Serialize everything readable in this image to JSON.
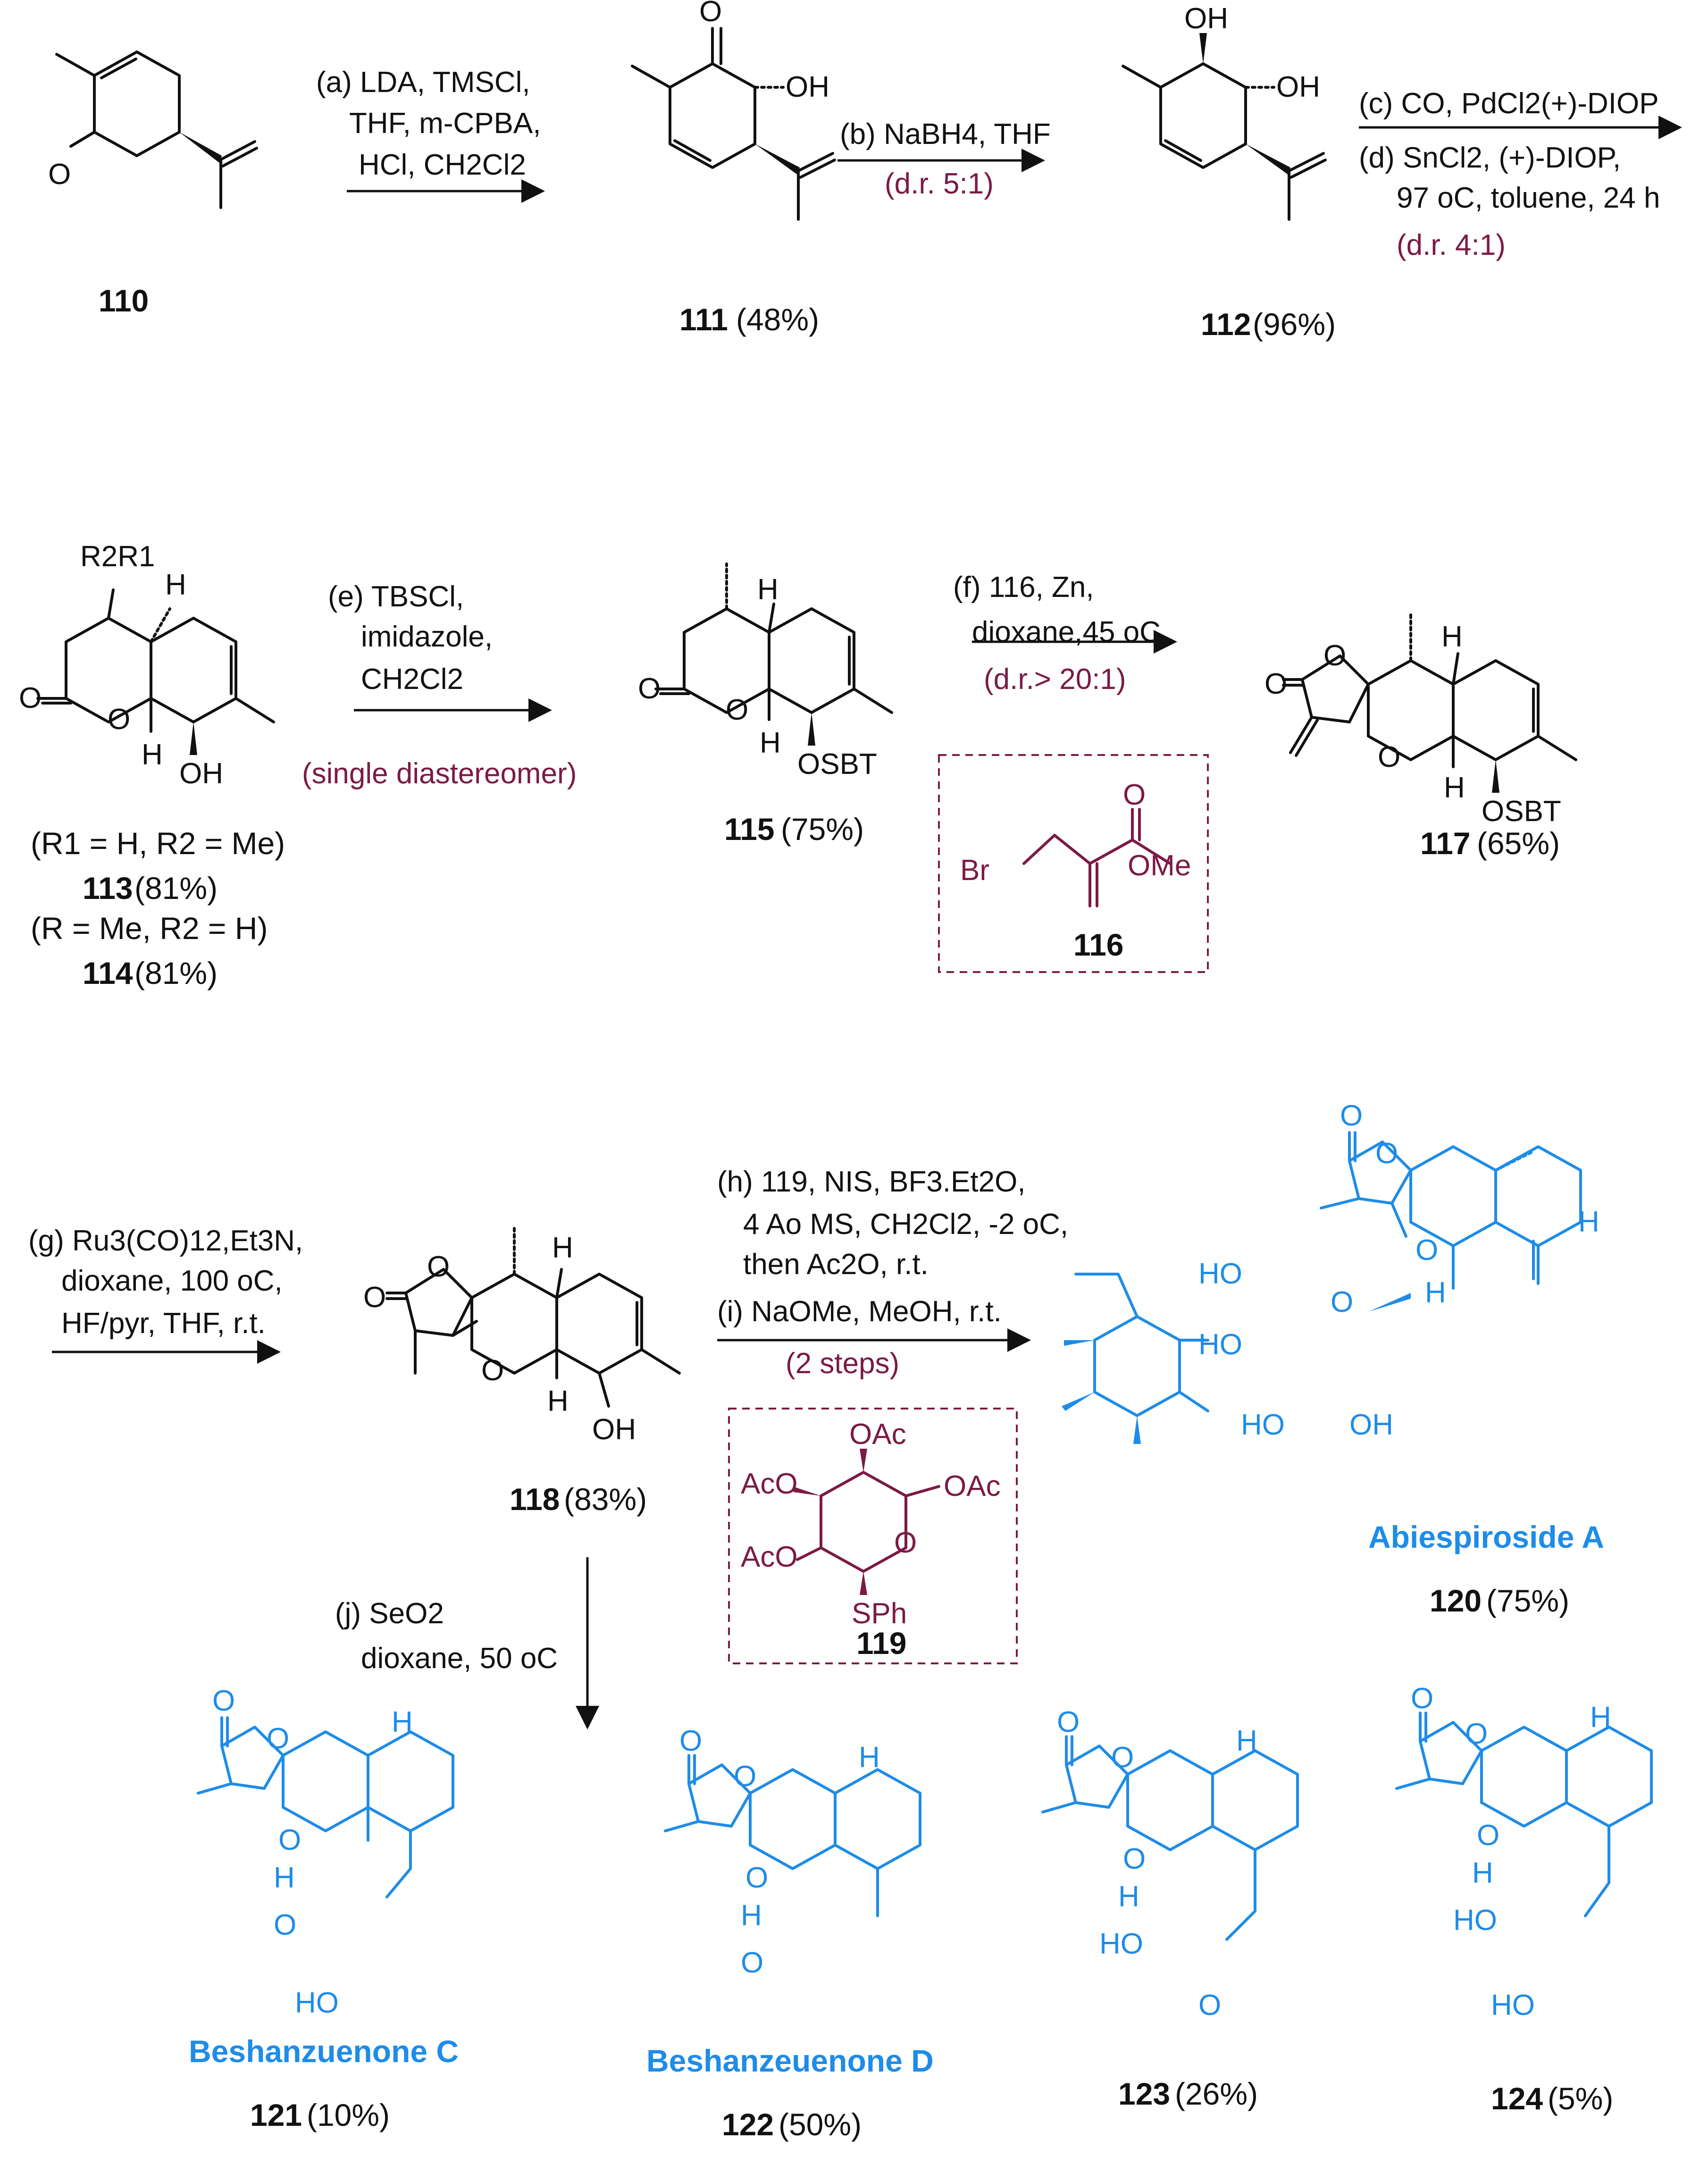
{
  "steps": {
    "a": {
      "lines": [
        "(a) LDA, TMSCl,",
        "THF, m-CPBA,",
        "HCl, CH2Cl2"
      ]
    },
    "b": {
      "lines": [
        "(b) NaBH4, THF"
      ],
      "dr": "(d.r. 5:1)"
    },
    "cd": {
      "lines": [
        "(c) CO, PdCl2(+)-DIOP",
        "(d) SnCl2, (+)-DIOP,",
        "97 oC, toluene, 24 h"
      ],
      "dr": "(d.r. 4:1)"
    },
    "e": {
      "lines": [
        "(e) TBSCl,",
        "imidazole,",
        "CH2Cl2"
      ],
      "dr": "(single diastereomer)"
    },
    "f": {
      "lines": [
        "(f) 116, Zn,",
        "dioxane,45 oC"
      ],
      "dr": "(d.r.> 20:1)"
    },
    "g": {
      "lines": [
        "(g) Ru3(CO)12,Et3N,",
        "dioxane, 100 oC,",
        "HF/pyr, THF, r.t."
      ]
    },
    "hi": {
      "lines": [
        "(h) 119, NIS, BF3.Et2O,",
        "4 Ao MS, CH2Cl2, -2 oC,",
        "then Ac2O, r.t.",
        "(i) NaOMe, MeOH, r.t."
      ],
      "dr": "(2 steps)"
    },
    "j": {
      "lines": [
        "(j) SeO2",
        "dioxane, 50 oC"
      ]
    }
  },
  "compounds": {
    "c110": {
      "num": "110",
      "yield": ""
    },
    "c111": {
      "num": "111",
      "yield": "(48%)"
    },
    "c112": {
      "num": "112",
      "yield": "(96%)"
    },
    "c113": {
      "num": "113",
      "yield": "(81%)",
      "note": "(R1 = H, R2 = Me)"
    },
    "c114": {
      "num": "114",
      "yield": "(81%)",
      "note": "(R = Me, R2 = H)"
    },
    "c115": {
      "num": "115",
      "yield": "(75%)"
    },
    "c116": {
      "num": "116"
    },
    "c117": {
      "num": "117",
      "yield": "(65%)"
    },
    "c118": {
      "num": "118",
      "yield": "(83%)"
    },
    "c119": {
      "num": "119"
    },
    "c120": {
      "num": "120",
      "yield": "(75%)",
      "name": "Abiespiroside A"
    },
    "c121": {
      "num": "121",
      "yield": "(10%)",
      "name": "Beshanzuenone C"
    },
    "c122": {
      "num": "122",
      "yield": "(50%)",
      "name": "Beshanzeuenone D"
    },
    "c123": {
      "num": "123",
      "yield": "(26%)"
    },
    "c124": {
      "num": "124",
      "yield": "(5%)"
    }
  },
  "atoms": {
    "O": "O",
    "OH": "OH",
    "HO": "HO",
    "H": "H",
    "OSBT": "OSBT",
    "Br": "Br",
    "OMe": "OMe",
    "OAc": "OAc",
    "AcO": "AcO",
    "SPh": "SPh",
    "R2R1": "R2R1"
  },
  "colors": {
    "text": "#111111",
    "condition": "#7b1a45",
    "product": "#1e8ce8"
  }
}
